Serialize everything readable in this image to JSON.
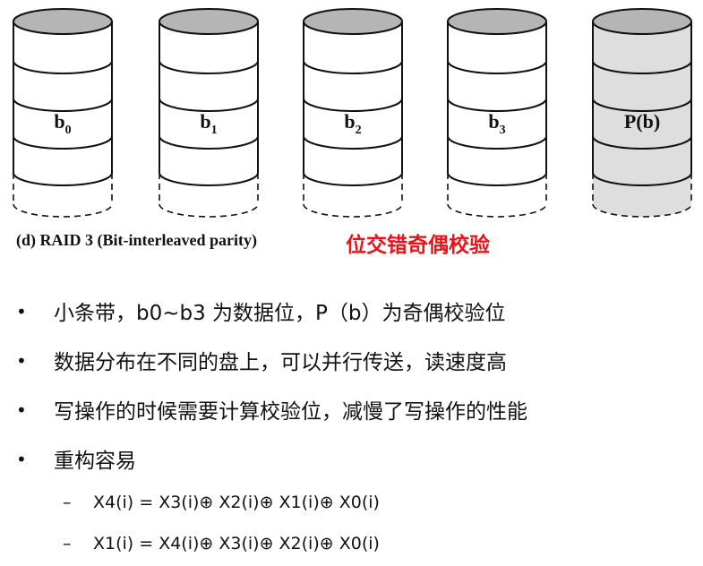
{
  "colors": {
    "disk_top": "#b5b5b5",
    "disk_body": "#ffffff",
    "parity_body": "#dedede",
    "caption_cn": "#e8141a",
    "text": "#111111"
  },
  "disks": [
    {
      "label": "b",
      "subscript": "0",
      "parity": false
    },
    {
      "label": "b",
      "subscript": "1",
      "parity": false
    },
    {
      "label": "b",
      "subscript": "2",
      "parity": false
    },
    {
      "label": "b",
      "subscript": "3",
      "parity": false
    },
    {
      "label": "P(b)",
      "subscript": "",
      "parity": true
    }
  ],
  "caption": {
    "text": "(d) RAID 3 (Bit-interleaved parity)",
    "cn": "位交错奇偶校验"
  },
  "bullets": [
    "小条带，b0~b3 为数据位，P（b）为奇偶校验位",
    "数据分布在不同的盘上，可以并行传送，读速度高",
    "写操作的时候需要计算校验位，减慢了写操作的性能",
    "重构容易"
  ],
  "bullet_symbol": "•",
  "sub_bullet_symbol": "–",
  "sub_bullets": [
    "X4(i) = X3(i)⊕ X2(i)⊕ X1(i)⊕ X0(i)",
    "X1(i) = X4(i)⊕ X3(i)⊕ X2(i)⊕ X0(i)"
  ]
}
